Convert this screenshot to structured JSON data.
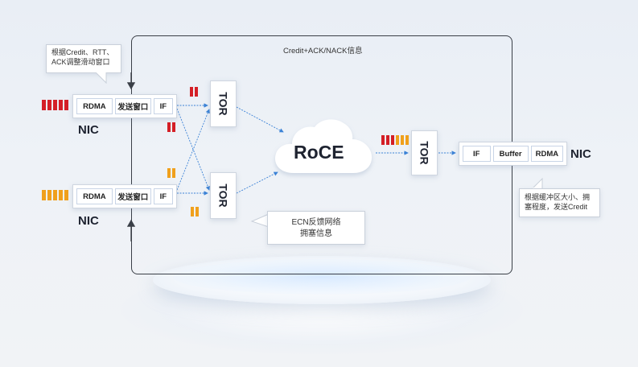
{
  "loop_label": "Credit+ACK/NACK信息",
  "callout_top": {
    "line1": "根据Credit、RTT、",
    "line2": "ACK调整滑动窗口"
  },
  "callout_ecn": {
    "line1": "ECN反馈网络",
    "line2": "拥塞信息"
  },
  "callout_right": {
    "line1": "根据缓冲区大小、拥",
    "line2": "塞程度，发送Credit"
  },
  "nic_top": {
    "cells": [
      "RDMA",
      "发送窗口",
      "IF"
    ],
    "label": "NIC"
  },
  "nic_bottom": {
    "cells": [
      "RDMA",
      "发送窗口",
      "IF"
    ],
    "label": "NIC"
  },
  "nic_right": {
    "cells": [
      "IF",
      "Buffer",
      "RDMA"
    ],
    "label": "NIC"
  },
  "tor_top": "TOR",
  "tor_bottom": "TOR",
  "tor_right": "TOR",
  "cloud_label": "RoCE",
  "colors": {
    "red": "#d41f26",
    "orange": "#f0a01c",
    "arrow": "#3b82d6",
    "line": "#3a3f47"
  }
}
